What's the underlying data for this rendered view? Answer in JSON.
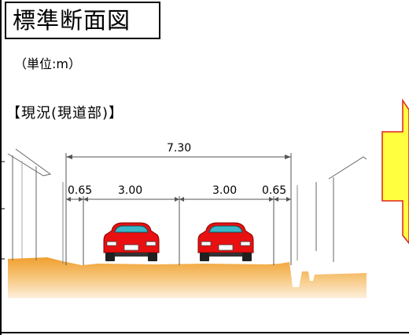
{
  "title": "標準断面図",
  "unit_label": "（単位:m）",
  "section_label": "【現況(現道部)】",
  "dimensions": {
    "total_width": "7.30",
    "left_shoulder": "0.65",
    "left_lane": "3.00",
    "right_lane": "3.00",
    "right_shoulder": "0.65"
  },
  "colors": {
    "ground_top": "#f0a030",
    "ground_bottom": "#fbe6c0",
    "car_body": "#e81010",
    "car_window": "#3ab8c8",
    "arrow_fill": "#ffff40",
    "arrow_stroke": "#e02020"
  }
}
